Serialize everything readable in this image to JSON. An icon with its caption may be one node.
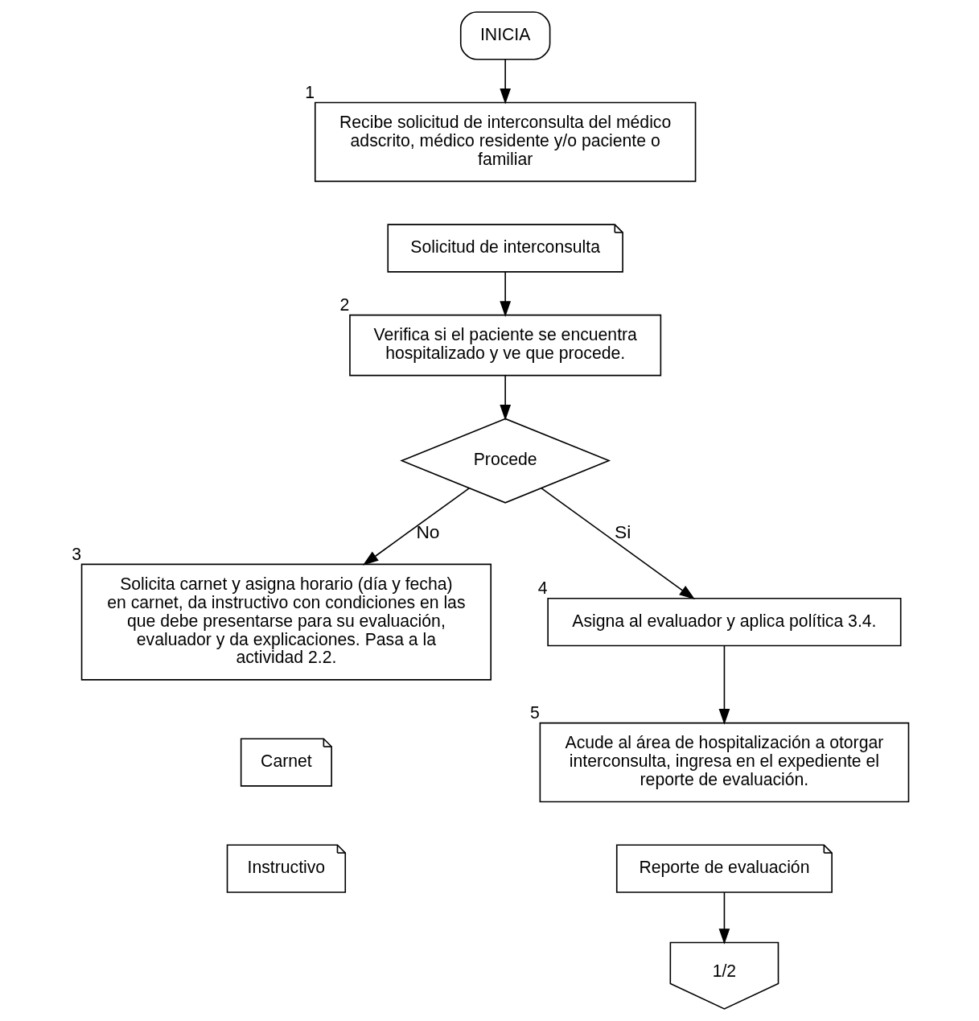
{
  "diagram": {
    "nodes": [
      {
        "text": [
          "INICIA"
        ]
      },
      {
        "text": [
          "Recibe solicitud de interconsulta del médico adscrito, médico residente y/o paciente o familiar"
        ],
        "beside": [
          "1"
        ]
      },
      {
        "text": [
          "Solicitud de interconsulta"
        ]
      },
      {
        "text": [
          "Verifica si el paciente se encuentra hospitalizado y ve que procede."
        ],
        "beside": [
          "2"
        ]
      },
      {
        "text": [
          "Procede"
        ]
      },
      {
        "text": [
          "Solicita carnet y asigna horario (día y fecha) en carnet, da instructivo con condiciones en las que debe presentarse para su evaluación, evaluador y da explicaciones. Pasa a la actividad 2.2."
        ],
        "beside": [
          "3"
        ]
      },
      {
        "text": [
          "Carnet"
        ]
      },
      {
        "text": [
          "Instructivo"
        ]
      },
      {
        "text": [
          "Asigna al evaluador y aplica política 3.4."
        ],
        "beside": [
          "4"
        ]
      },
      {
        "text": [
          "Acude al área de hospitalización a otorgar interconsulta, ingresa en el expediente el reporte de evaluación."
        ],
        "beside": [
          "5"
        ]
      },
      {
        "text": [
          "Reporte de evaluación"
        ]
      },
      {
        "text": [
          "1/2"
        ]
      }
    ],
    "edges": [
      {
        "from": 0,
        "to": 1,
        "arrow": "to"
      },
      {
        "from": 2,
        "to": 3,
        "arrow": "to"
      },
      {
        "from": 3,
        "to": 4,
        "arrow": "to"
      },
      {
        "from": 4,
        "to": 5,
        "arrow": "to",
        "label": "No"
      },
      {
        "from": 4,
        "to": 8,
        "arrow": "to",
        "label": "Si"
      },
      {
        "from": 8,
        "to": 9,
        "arrow": "to"
      },
      {
        "from": 10,
        "to": 11,
        "arrow": "to"
      }
    ]
  }
}
